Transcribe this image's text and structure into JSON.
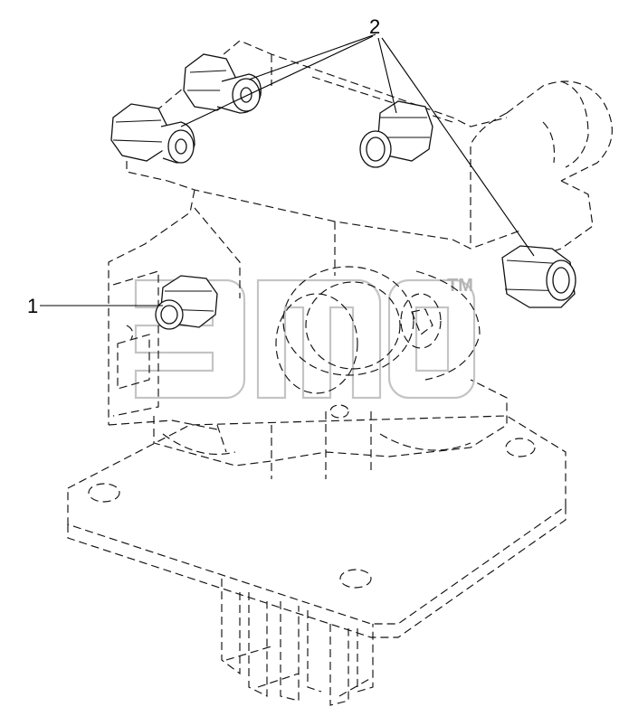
{
  "callouts": {
    "label_1": "1",
    "label_2": "2"
  },
  "watermark": {
    "trademark": "TM"
  },
  "colors": {
    "line": "#111111",
    "watermark": "#c4c4c4",
    "background": "#ffffff"
  }
}
